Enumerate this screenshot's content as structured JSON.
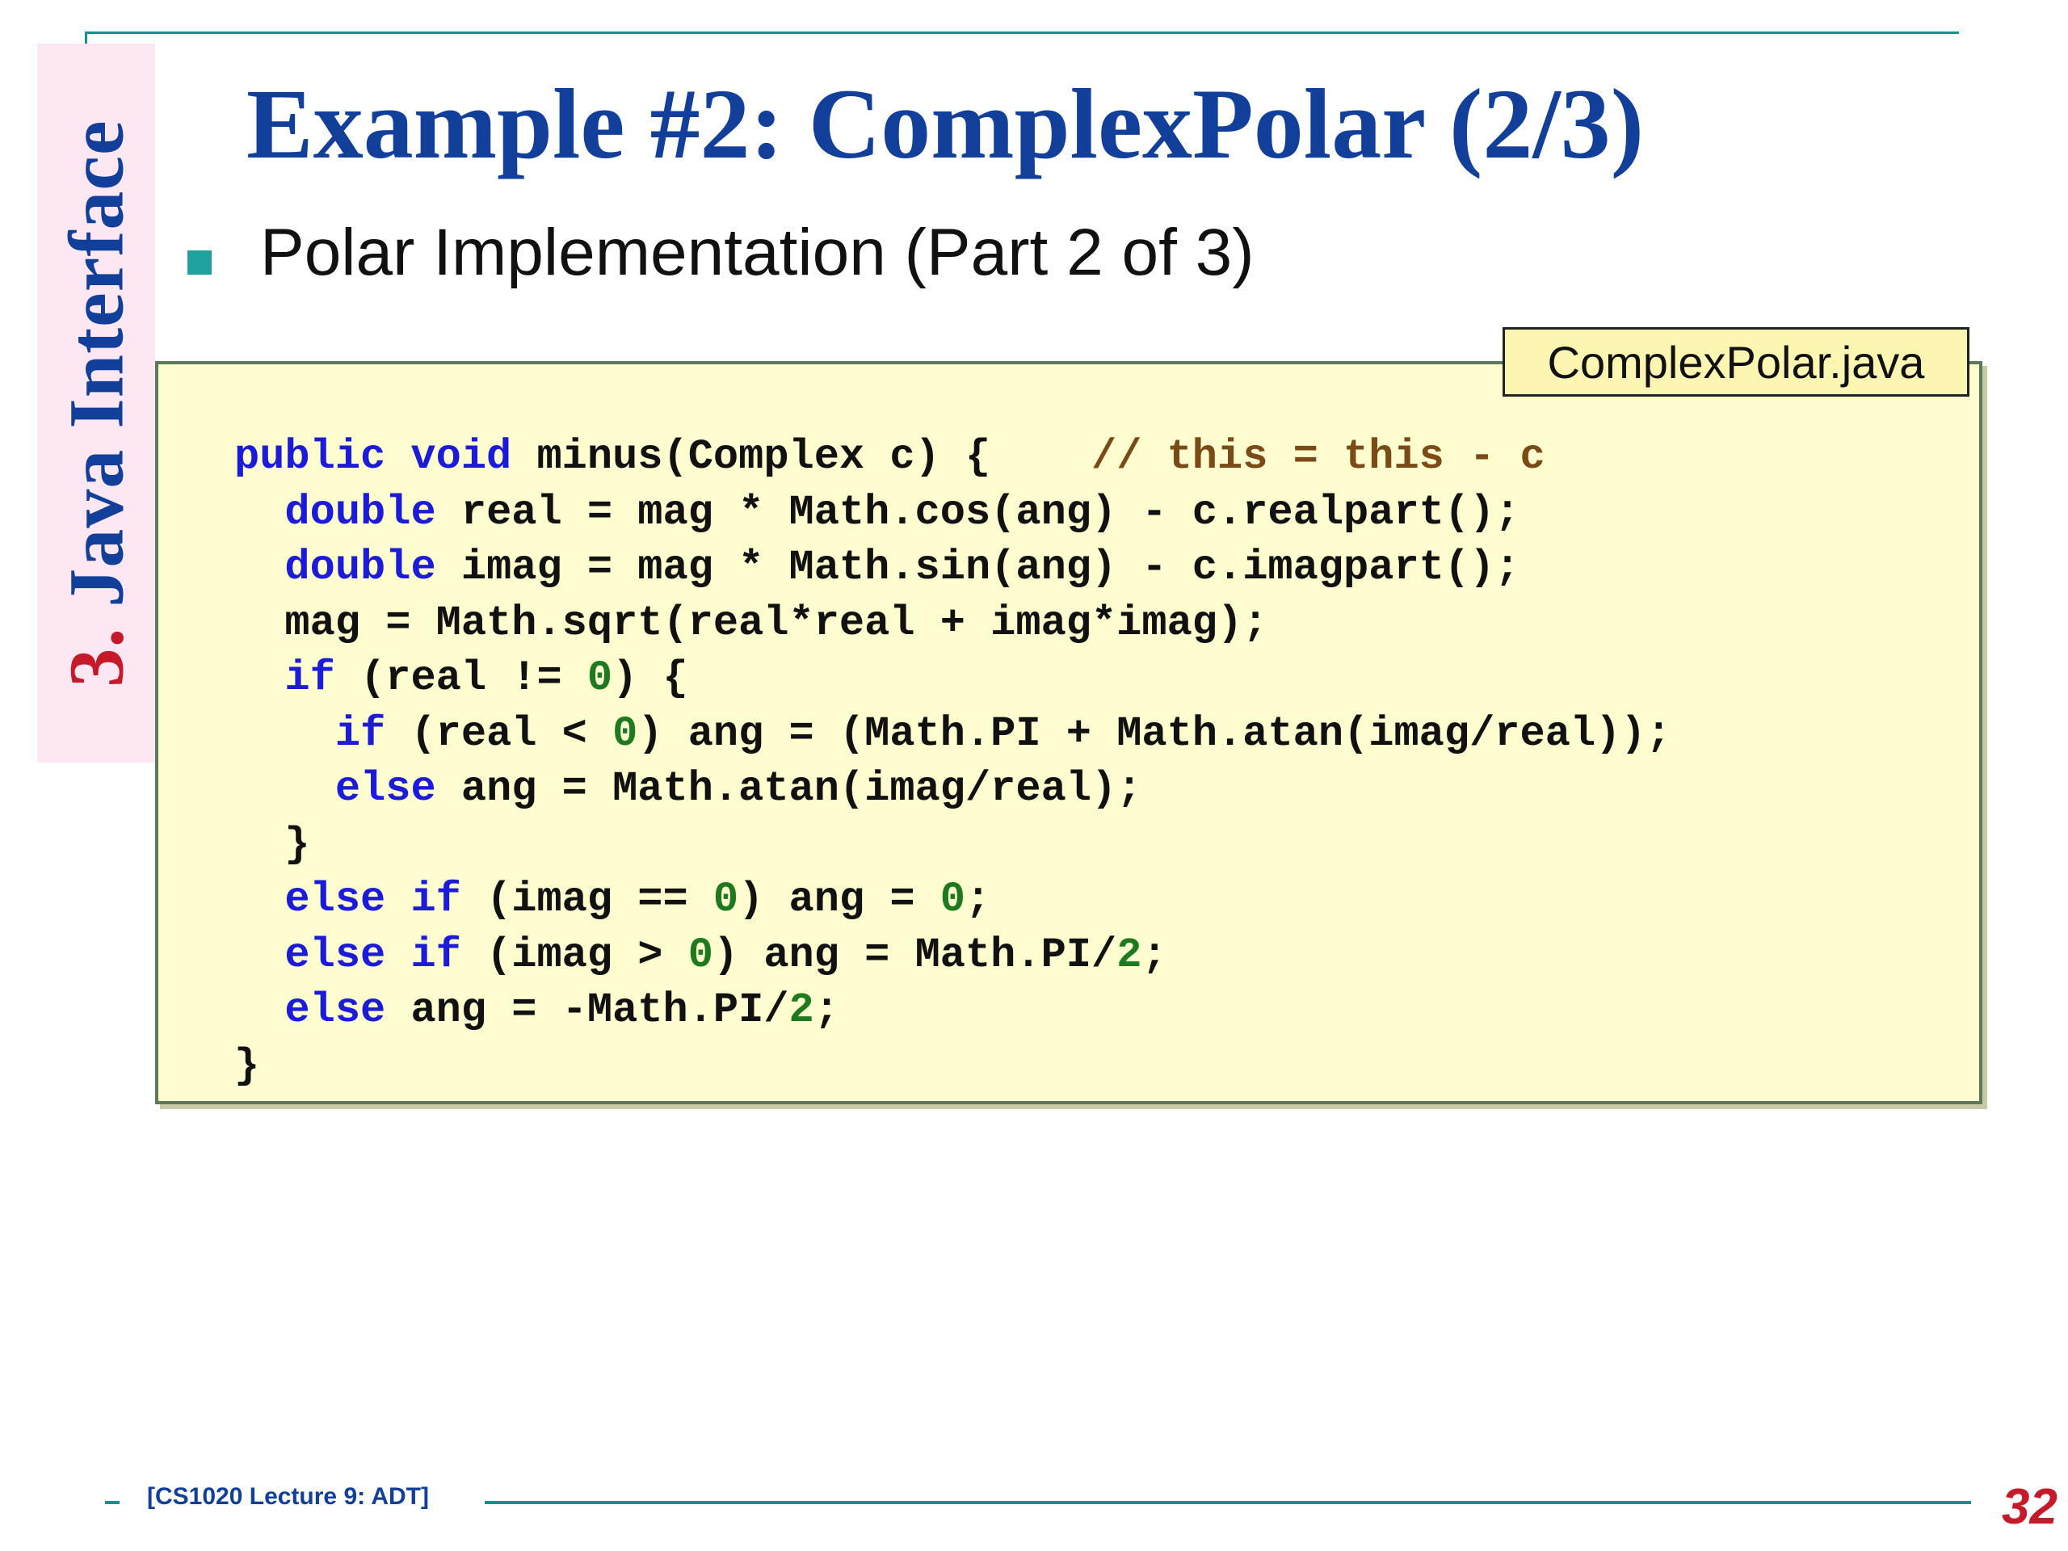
{
  "section_label": {
    "number": "3.",
    "text": " Java Interface"
  },
  "title": "Example #2: ComplexPolar (2/3)",
  "bullet": "Polar Implementation (Part 2 of 3)",
  "file_tag": "ComplexPolar.java",
  "code_lines": [
    [
      [
        "kw",
        "public void "
      ],
      [
        "plain",
        "minus(Complex c) {    "
      ],
      [
        "com",
        "// this = this - c"
      ]
    ],
    [
      [
        "plain",
        "  "
      ],
      [
        "kw",
        "double "
      ],
      [
        "plain",
        "real = mag * Math.cos(ang) - c.realpart();"
      ]
    ],
    [
      [
        "plain",
        "  "
      ],
      [
        "kw",
        "double "
      ],
      [
        "plain",
        "imag = mag * Math.sin(ang) - c.imagpart();"
      ]
    ],
    [
      [
        "plain",
        "  mag = Math.sqrt(real*real + imag*imag);"
      ]
    ],
    [
      [
        "plain",
        "  "
      ],
      [
        "kw",
        "if "
      ],
      [
        "plain",
        "(real != "
      ],
      [
        "num",
        "0"
      ],
      [
        "plain",
        ") {"
      ]
    ],
    [
      [
        "plain",
        "    "
      ],
      [
        "kw",
        "if "
      ],
      [
        "plain",
        "(real < "
      ],
      [
        "num",
        "0"
      ],
      [
        "plain",
        ") ang = (Math.PI + Math.atan(imag/real));"
      ]
    ],
    [
      [
        "plain",
        "    "
      ],
      [
        "kw",
        "else "
      ],
      [
        "plain",
        "ang = Math.atan(imag/real);"
      ]
    ],
    [
      [
        "plain",
        "  }"
      ]
    ],
    [
      [
        "plain",
        "  "
      ],
      [
        "kw",
        "else if "
      ],
      [
        "plain",
        "(imag == "
      ],
      [
        "num",
        "0"
      ],
      [
        "plain",
        ") ang = "
      ],
      [
        "num",
        "0"
      ],
      [
        "plain",
        ";"
      ]
    ],
    [
      [
        "plain",
        "  "
      ],
      [
        "kw",
        "else if "
      ],
      [
        "plain",
        "(imag > "
      ],
      [
        "num",
        "0"
      ],
      [
        "plain",
        ") ang = Math.PI/"
      ],
      [
        "num",
        "2"
      ],
      [
        "plain",
        ";"
      ]
    ],
    [
      [
        "plain",
        "  "
      ],
      [
        "kw",
        "else "
      ],
      [
        "plain",
        "ang = -Math.PI/"
      ],
      [
        "num",
        "2"
      ],
      [
        "plain",
        ";"
      ]
    ],
    [
      [
        "plain",
        "}"
      ]
    ]
  ],
  "footer": {
    "lecture": "[CS1020 Lecture 9: ADT]",
    "page": "32"
  },
  "colors": {
    "title": "#123f99",
    "section_number": "#c41a2a",
    "accent_rule": "#1a8f8f",
    "code_background": "#fefdd0",
    "keyword": "#1b1bd8",
    "number_literal": "#1f7a1f",
    "comment": "#7a4b16"
  }
}
